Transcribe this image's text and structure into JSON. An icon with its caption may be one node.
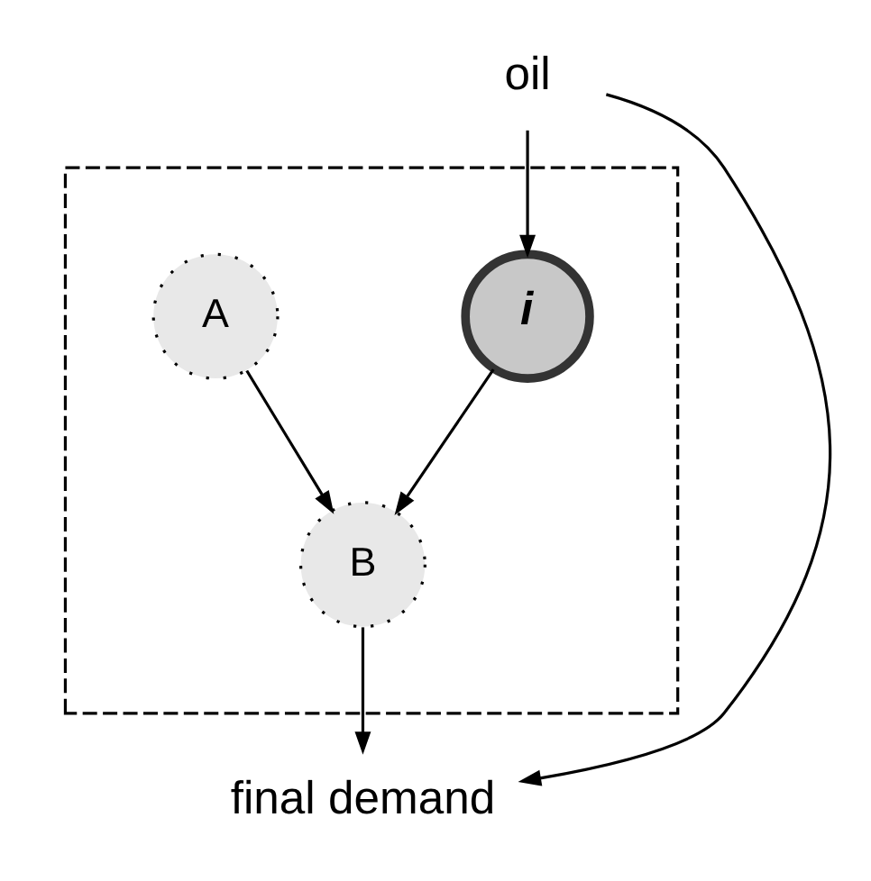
{
  "diagram": {
    "nodes": [
      {
        "text": [
          "oil"
        ]
      },
      {
        "text": [],
        "shape": "box"
      },
      {
        "text": [
          "i"
        ],
        "in": 1
      },
      {
        "text": [
          "A"
        ],
        "in": 1
      },
      {
        "text": [
          "B"
        ],
        "in": 1
      },
      {
        "text": [
          "final demand"
        ]
      }
    ],
    "edges": [
      {
        "from": 0,
        "to": 2,
        "arrow": "to"
      },
      {
        "from": 2,
        "to": 4,
        "arrow": "to"
      },
      {
        "from": 3,
        "to": 4,
        "arrow": "to"
      },
      {
        "from": 4,
        "to": 5,
        "arrow": "to"
      },
      {
        "from": 0,
        "to": 5,
        "arrow": "to"
      }
    ]
  }
}
